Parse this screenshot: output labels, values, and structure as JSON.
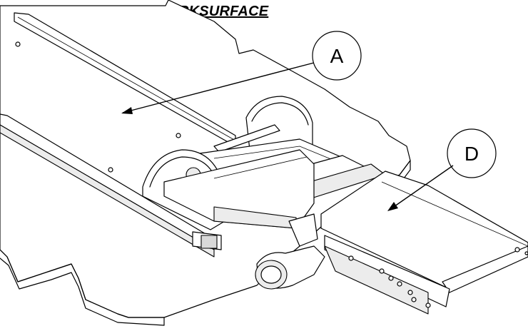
{
  "title": "BOTTOM OF WORKSURFACE",
  "callouts": [
    {
      "id": "A",
      "label": "A"
    },
    {
      "id": "D",
      "label": "D"
    }
  ]
}
